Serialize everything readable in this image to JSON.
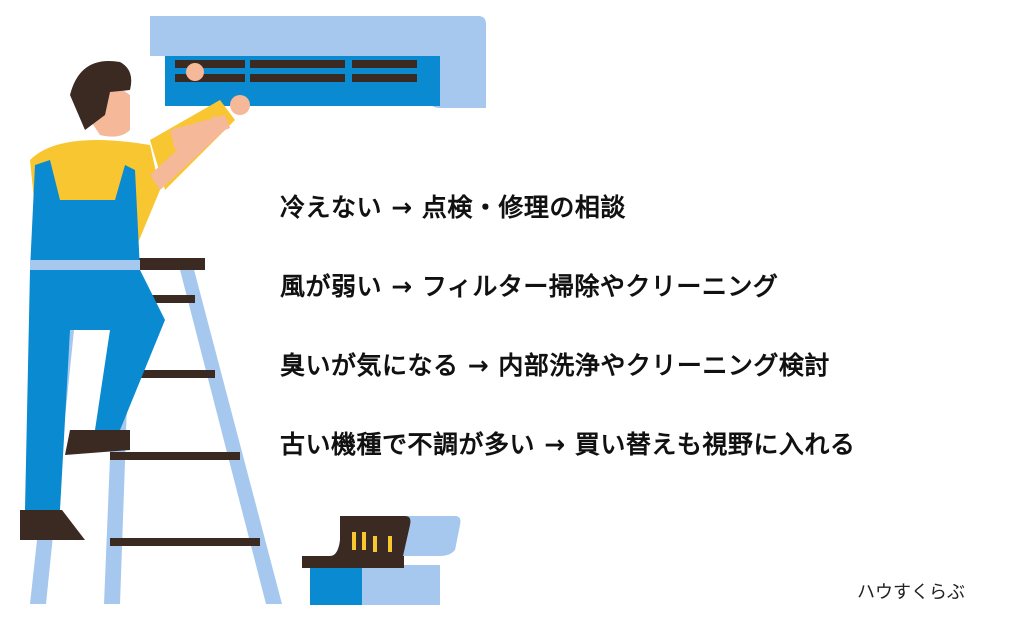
{
  "tips": [
    {
      "text": "冷えない → 点検・修理の相談"
    },
    {
      "text": "風が弱い → フィルター掃除やクリーニング"
    },
    {
      "text": "臭いが気になる → 内部洗浄やクリーニング検討"
    },
    {
      "text": "古い機種で不調が多い → 買い替えも視野に入れる"
    }
  ],
  "brand": "ハウすくらぶ",
  "colors": {
    "light_blue": "#a6c8ee",
    "blue": "#0a8ad1",
    "yellow": "#f8c630",
    "dark": "#3a2a22"
  }
}
